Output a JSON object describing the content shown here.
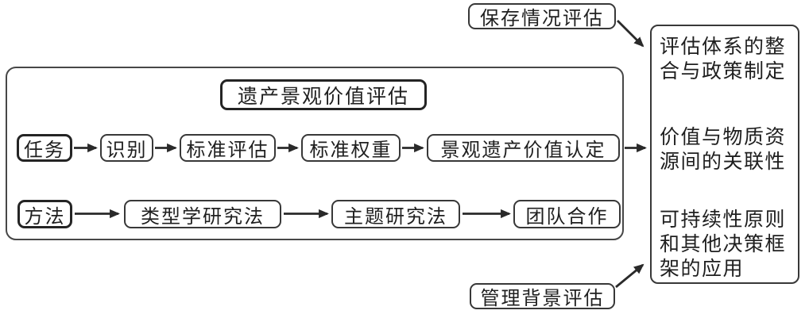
{
  "diagram": {
    "background_color": "#ffffff",
    "line_color": "#2a2a2a",
    "text_color": "#1f1f1f",
    "main_group": {
      "title": "遗产景观价值评估",
      "task_row": {
        "label": "任务",
        "steps": [
          "识别",
          "标准评估",
          "标准权重",
          "景观遗产价值认定"
        ]
      },
      "method_row": {
        "label": "方法",
        "steps": [
          "类型学研究法",
          "主题研究法",
          "团队合作"
        ]
      }
    },
    "top_label": "保存情况评估",
    "bottom_label": "管理背景评估",
    "outcomes": [
      "评估体系的整合与政策制定",
      "价值与物质资源间的关联性",
      "可持续性原则和其他决策框架的应用"
    ]
  }
}
